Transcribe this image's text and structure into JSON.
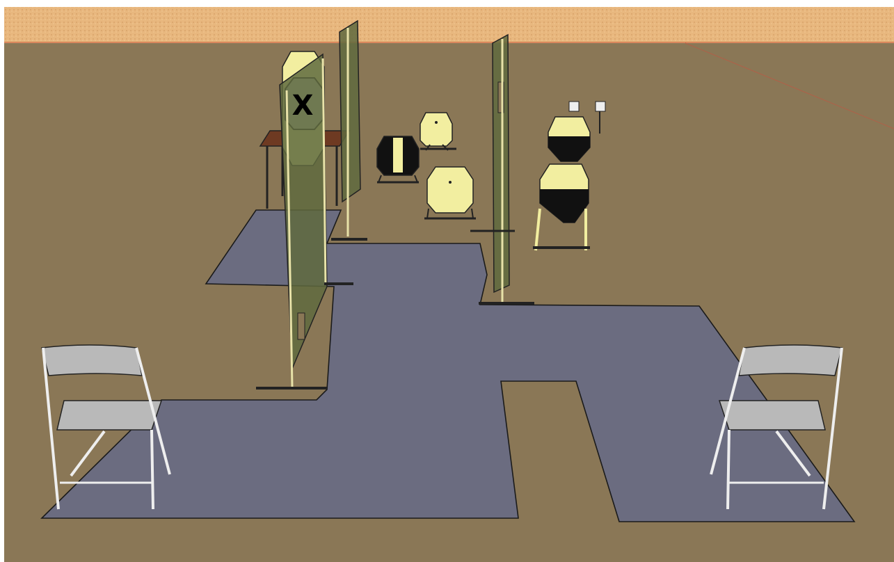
{
  "scene": {
    "kind": "3d-shooting-stage-layout",
    "sky_color": "#e8b77e",
    "ground_color": "#8a7756",
    "floor_color": "#6b6c80",
    "wall_color": "#5f6a3e",
    "target_color": "#f2eea0",
    "target_dark_color": "#0f0f0f",
    "chair_color": "#b9b9b9",
    "table_color": "#6e3a22"
  },
  "labels": {
    "no_shoot_marker": "X"
  },
  "objects": {
    "no_shoot_target": {
      "color": "#c9cdb8",
      "mark": "X"
    },
    "walls": 3,
    "chairs": 2,
    "steel_targets": 6,
    "table": 1
  }
}
